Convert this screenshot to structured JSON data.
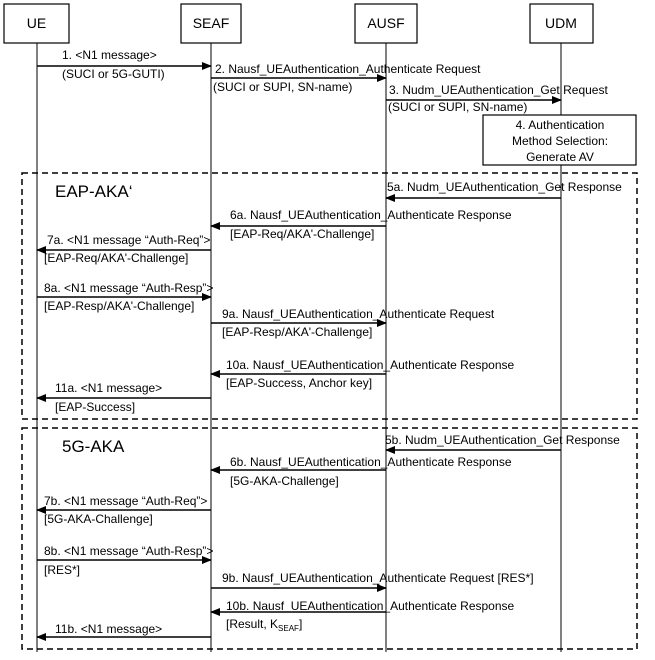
{
  "entities": [
    {
      "id": "ue",
      "label": "UE"
    },
    {
      "id": "seaf",
      "label": "SEAF"
    },
    {
      "id": "ausf",
      "label": "AUSF"
    },
    {
      "id": "udm",
      "label": "UDM"
    }
  ],
  "messages": [
    {
      "id": "m1",
      "from": "ue",
      "to": "seaf",
      "lines": [
        "1. <N1 message>",
        "(SUCI or 5G-GUTI)"
      ]
    },
    {
      "id": "m2",
      "from": "seaf",
      "to": "ausf",
      "lines": [
        "2. Nausf_UEAuthentication_Authenticate Request",
        "(SUCI or SUPI, SN-name)"
      ]
    },
    {
      "id": "m3",
      "from": "ausf",
      "to": "udm",
      "lines": [
        "3. Nudm_UEAuthentication_Get Request",
        "(SUCI or SUPI, SN-name)"
      ]
    },
    {
      "id": "m5a",
      "from": "udm",
      "to": "ausf",
      "lines": [
        "5a. Nudm_UEAuthentication_Get Response"
      ]
    },
    {
      "id": "m6a",
      "from": "ausf",
      "to": "seaf",
      "lines": [
        "6a. Nausf_UEAuthentication_Authenticate Response",
        "[EAP-Req/AKA'-Challenge]"
      ]
    },
    {
      "id": "m7a",
      "from": "seaf",
      "to": "ue",
      "lines": [
        "7a. <N1 message “Auth-Req”>",
        "[EAP-Req/AKA'-Challenge]"
      ]
    },
    {
      "id": "m8a",
      "from": "ue",
      "to": "seaf",
      "lines": [
        "8a. <N1 message “Auth-Resp”>",
        "[EAP-Resp/AKA'-Challenge]"
      ]
    },
    {
      "id": "m9a",
      "from": "seaf",
      "to": "ausf",
      "lines": [
        "9a. Nausf_UEAuthentication_Authenticate Request",
        "[EAP-Resp/AKA'-Challenge]"
      ]
    },
    {
      "id": "m10a",
      "from": "ausf",
      "to": "seaf",
      "lines": [
        "10a. Nausf_UEAuthentication_Authenticate Response",
        "[EAP-Success, Anchor key]"
      ]
    },
    {
      "id": "m11a",
      "from": "seaf",
      "to": "ue",
      "lines": [
        "11a. <N1 message>",
        "[EAP-Success]"
      ]
    },
    {
      "id": "m5b",
      "from": "udm",
      "to": "ausf",
      "lines": [
        "5b. Nudm_UEAuthentication_Get  Response"
      ]
    },
    {
      "id": "m6b",
      "from": "ausf",
      "to": "seaf",
      "lines": [
        "6b. Nausf_UEAuthentication_Authenticate Response",
        "[5G-AKA-Challenge]"
      ]
    },
    {
      "id": "m7b",
      "from": "seaf",
      "to": "ue",
      "lines": [
        "7b. <N1 message “Auth-Req”>",
        "[5G-AKA-Challenge]"
      ]
    },
    {
      "id": "m8b",
      "from": "ue",
      "to": "seaf",
      "lines": [
        "8b. <N1 message “Auth-Resp”>",
        "[RES*]"
      ]
    },
    {
      "id": "m9b",
      "from": "seaf",
      "to": "ausf",
      "lines": [
        "9b. Nausf_UEAuthentication_Authenticate Request [RES*]"
      ]
    },
    {
      "id": "m10b",
      "from": "ausf",
      "to": "seaf",
      "lines": [
        "10b. Nausf_UEAuthentication_Authenticate Response",
        "[Result, K",
        "SEAF",
        "]"
      ]
    },
    {
      "id": "m11b",
      "from": "seaf",
      "to": "ue",
      "lines": [
        "11b. <N1 message>"
      ]
    }
  ],
  "process": {
    "lines": [
      "4. Authentication",
      "Method Selection:",
      "Generate AV"
    ]
  },
  "sections": [
    {
      "id": "eap-aka",
      "label": "EAP-AKA‘"
    },
    {
      "id": "5g-aka",
      "label": "5G-AKA"
    }
  ]
}
